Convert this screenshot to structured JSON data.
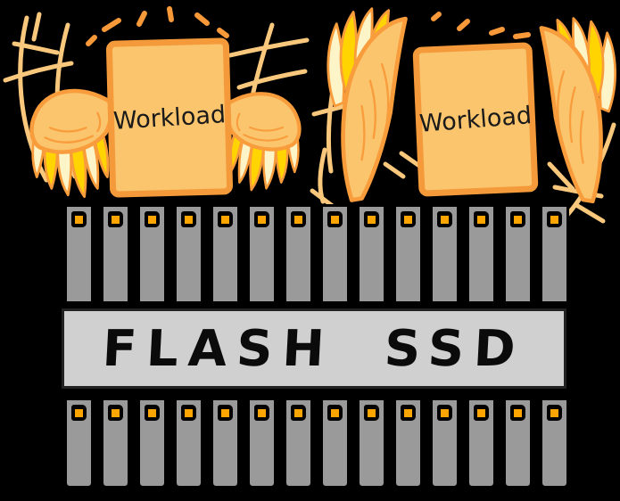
{
  "workload_cards": [
    {
      "label": "Workload"
    },
    {
      "label": "Workload"
    }
  ],
  "flash_band": {
    "label": "FLASH SSD"
  },
  "drive_array": {
    "top_row_count": 14,
    "bottom_row_count": 14
  },
  "icons": {
    "wing": "wing-icon",
    "drive_led": "drive-led-icon",
    "sparkles": "sparkle-doodles-icon"
  },
  "colors": {
    "background": "#000000",
    "card_fill": "#FBC56D",
    "card_border": "#F49A3B",
    "card_text": "#1A1A1A",
    "wing_base": "#FBC56D",
    "wing_outline": "#F89C3C",
    "feather_yellow": "#FFD400",
    "feather_cream": "#FDF4C8",
    "drive_fill": "#9A9A9A",
    "drive_outline": "#000000",
    "led_orange": "#FFA500",
    "band_fill": "#D0D0D0",
    "band_border": "#222222",
    "band_text": "#0B0B0B",
    "sparkle_light": "#F9C87C",
    "sparkle_dark": "#F89939"
  }
}
